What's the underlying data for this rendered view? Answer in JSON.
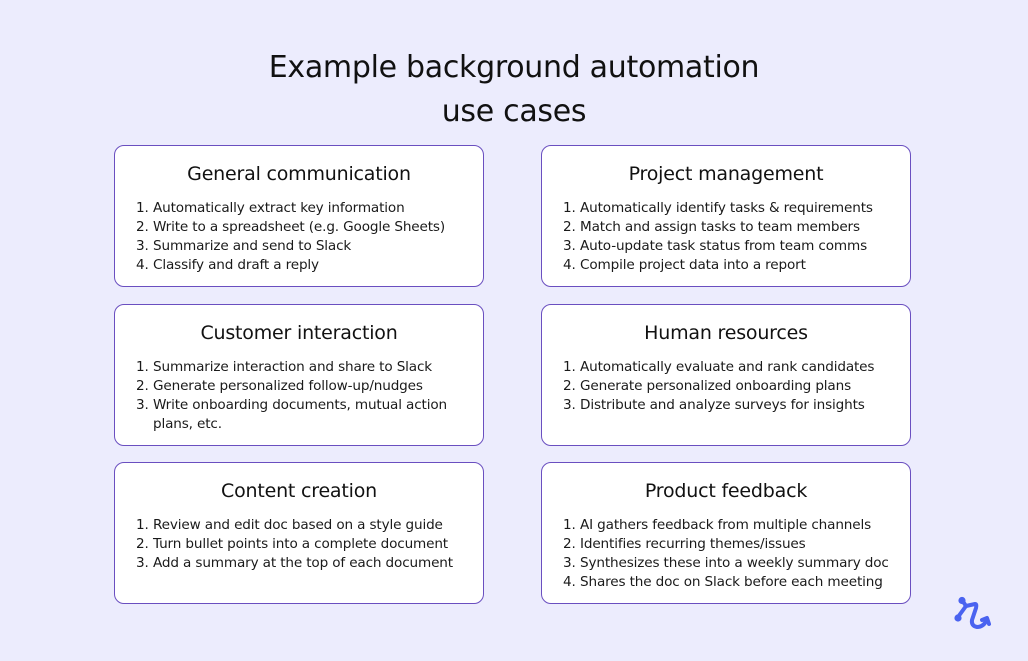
{
  "title": {
    "line1": "Example background automation",
    "line2": "use cases"
  },
  "cards": [
    {
      "title": "General communication",
      "items": [
        {
          "num": "1.",
          "text": "Automatically extract key information"
        },
        {
          "num": "2.",
          "text": "Write to a spreadsheet (e.g. Google Sheets)"
        },
        {
          "num": "3.",
          "text": "Summarize and send to Slack"
        },
        {
          "num": "4.",
          "text": "Classify and draft a reply"
        }
      ]
    },
    {
      "title": "Project management",
      "items": [
        {
          "num": "1.",
          "text": "Automatically identify tasks & requirements"
        },
        {
          "num": "2.",
          "text": "Match and assign tasks to team members"
        },
        {
          "num": "3.",
          "text": "Auto-update task status from team comms"
        },
        {
          "num": "4.",
          "text": "Compile project data into a report"
        }
      ]
    },
    {
      "title": "Customer interaction",
      "items": [
        {
          "num": "1.",
          "text": "Summarize interaction and share to Slack"
        },
        {
          "num": "2.",
          "text": "Generate personalized follow-up/nudges"
        },
        {
          "num": "3.",
          "text": "Write onboarding documents, mutual action plans, etc."
        }
      ]
    },
    {
      "title": "Human resources",
      "items": [
        {
          "num": "1.",
          "text": "Automatically evaluate and rank candidates"
        },
        {
          "num": "2.",
          "text": "Generate personalized onboarding plans"
        },
        {
          "num": "3.",
          "text": "Distribute and analyze surveys for insights"
        }
      ]
    },
    {
      "title": "Content creation",
      "items": [
        {
          "num": "1.",
          "text": "Review and edit doc based on a style guide"
        },
        {
          "num": "2.",
          "text": "Turn bullet points into a complete document"
        },
        {
          "num": "3.",
          "text": "Add a summary at the top of each document"
        }
      ]
    },
    {
      "title": "Product feedback",
      "items": [
        {
          "num": "1.",
          "text": "AI gathers feedback from multiple channels"
        },
        {
          "num": "2.",
          "text": "Identifies recurring themes/issues"
        },
        {
          "num": "3.",
          "text": "Synthesizes these into a weekly summary doc"
        },
        {
          "num": "4.",
          "text": "Shares the doc on Slack before each meeting"
        }
      ]
    }
  ],
  "logo": {
    "icon": "zapier-style-path-logo-icon",
    "color": "#4a63f0"
  },
  "colors": {
    "background": "#ececfd",
    "card_border": "#6a4fc0",
    "card_fill": "#ffffff",
    "text": "#111111"
  }
}
